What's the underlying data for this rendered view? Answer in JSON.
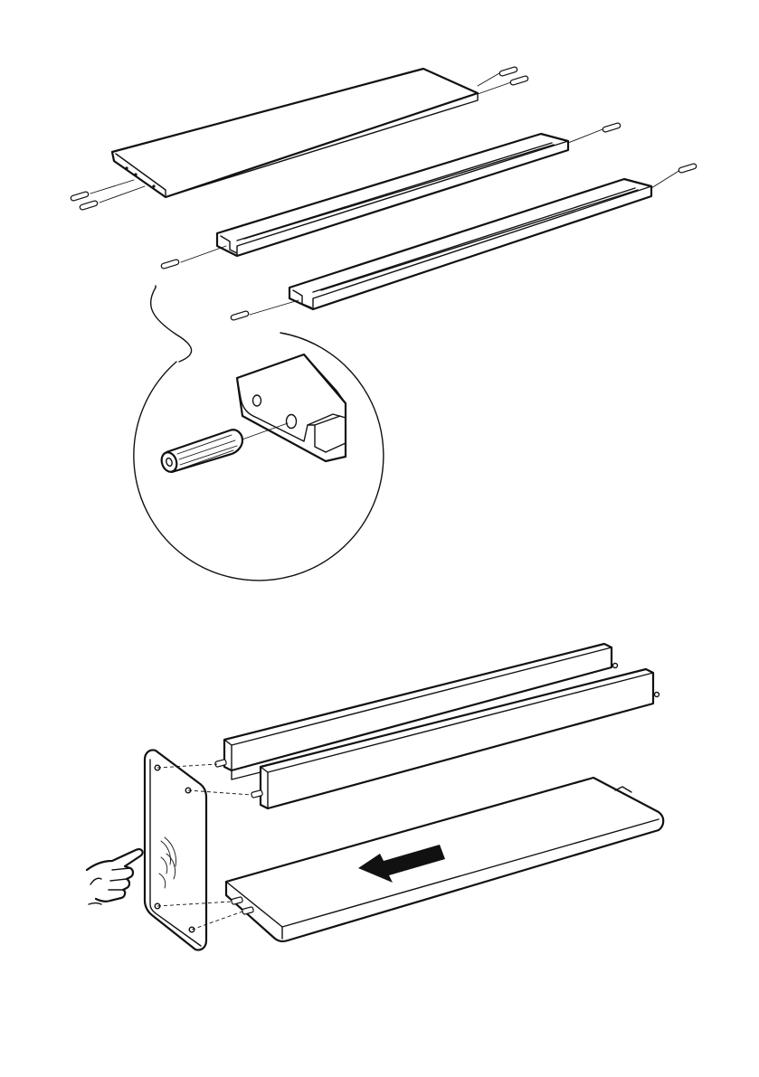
{
  "figure": {
    "kind": "assembly-instruction-sheet",
    "steps": [
      {
        "id": "step-insert-dowels",
        "parts": [
          "top-board",
          "front-rail",
          "back-rail",
          "wooden-dowel"
        ],
        "dowel_count": 8
      },
      {
        "id": "step-attach-side-panel",
        "parts": [
          "upper-rail",
          "lower-rail",
          "bottom-board",
          "side-panel"
        ],
        "direction": "slide-left",
        "gesture": "press-by-hand"
      }
    ],
    "colors": {
      "line": "#111111",
      "paper": "#ffffff"
    }
  }
}
